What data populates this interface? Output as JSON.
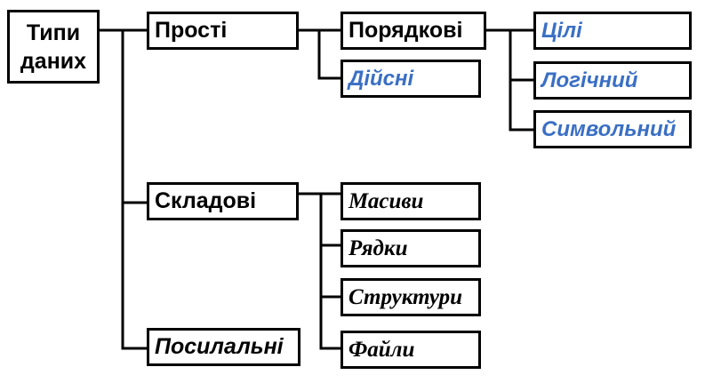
{
  "root": {
    "line1": "Типи",
    "line2": "даних"
  },
  "simple": {
    "label": "Прості",
    "ordinal": {
      "label": "Порядкові",
      "children": [
        "Цілі",
        "Логічний",
        "Символьний"
      ]
    },
    "real": "Дійсні"
  },
  "compound": {
    "label": "Складові",
    "children": [
      "Масиви",
      "Рядки",
      "Структури",
      "Файли"
    ]
  },
  "pointer": {
    "label": "Посилальні"
  },
  "colors": {
    "leaf_text": "#3a6fc4",
    "line": "#000000",
    "border": "#000000"
  }
}
